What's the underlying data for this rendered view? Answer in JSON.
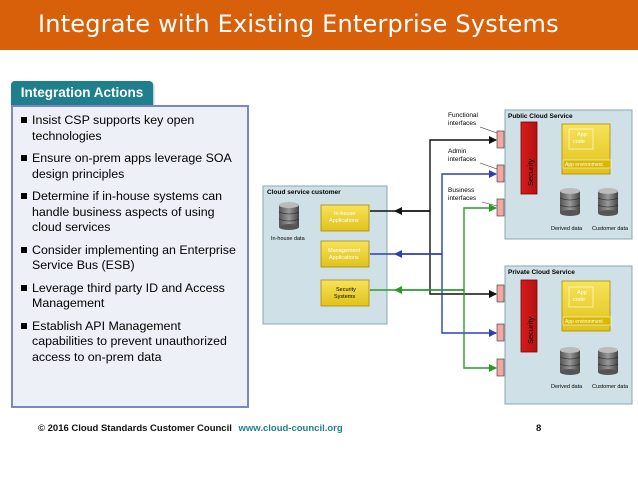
{
  "title": "Integrate with Existing Enterprise Systems",
  "integration_tab": "Integration Actions",
  "actions": [
    "Insist CSP supports key open technologies",
    "Ensure on-prem apps leverage SOA design principles",
    "Determine if in-house systems can handle business aspects of using cloud services",
    "Consider implementing an Enterprise Service Bus (ESB)",
    "Leverage third party ID and Access Management",
    "Establish API Management capabilities to prevent unauthorized access to on-prem data"
  ],
  "diagram": {
    "interfaces": {
      "functional": [
        "Functional",
        "interfaces"
      ],
      "admin": [
        "Admin",
        "interfaces"
      ],
      "business": [
        "Business",
        "interfaces"
      ]
    },
    "public_cloud": {
      "title": "Public Cloud Service",
      "security": "Security",
      "app_code": [
        "App",
        "code"
      ],
      "app_env": "App environment",
      "derived_data": "Derived data",
      "customer_data": "Customer data"
    },
    "private_cloud": {
      "title": "Private Cloud Service",
      "security": "Security",
      "app_code": [
        "App",
        "code"
      ],
      "app_env": "App environment",
      "derived_data": "Derived data",
      "customer_data": "Customer data"
    },
    "customer": {
      "title": "Cloud service customer",
      "inhouse_data": "In-house data",
      "inhouse_apps": [
        "In-house",
        "Applications"
      ],
      "mgmt_apps": [
        "Management",
        "Applications"
      ],
      "security_systems": [
        "Security",
        "Systems"
      ]
    }
  },
  "colors": {
    "title_bg": "#d9600a",
    "tab_bg": "#1f7f8c",
    "box_border": "#7c86c4",
    "black_line": "#111111",
    "blue_line": "#2a3fb8",
    "green_line": "#2a9a2a"
  },
  "footer": {
    "copyright": "© 2016 Cloud Standards Customer Council",
    "url": "www.cloud-council.org",
    "page": "8"
  }
}
